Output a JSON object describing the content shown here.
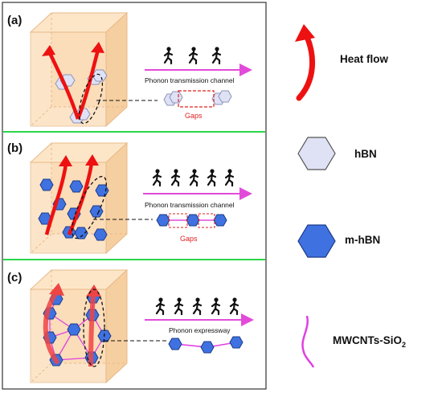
{
  "panels": [
    {
      "letter": "(a)",
      "channel_label": "Phonon transmission channel",
      "gap_label": "Gaps"
    },
    {
      "letter": "(b)",
      "channel_label": "Phonon transmission channel",
      "gap_label": "Gaps"
    },
    {
      "letter": "(c)",
      "channel_label": "Phonon expressway",
      "gap_label": ""
    }
  ],
  "legend": {
    "heat_flow": "Heat  flow",
    "hbn": "hBN",
    "mhbn": "m-hBN",
    "mwcnt_main": "MWCNTs-SiO",
    "mwcnt_sub": "2"
  },
  "colors": {
    "heat_arrow": "#ee1111",
    "cube_fill": "#fbdcb6",
    "cube_edge": "#e8b988",
    "hbn_fill": "#dfe2f5",
    "mhbn_fill": "#3f72e0",
    "mwcnt_line": "#e040e0",
    "channel_arrow": "#e24bd9",
    "panel_divider": "#2bd64a",
    "gap_color": "#e02020"
  },
  "runner_counts": {
    "a": 3,
    "b": 5,
    "c": 5
  },
  "icons": [
    "heat-flow-arrow-icon",
    "hbn-hexagon-icon",
    "m-hbn-hexagon-icon",
    "mwcnt-line-icon",
    "runner-icon"
  ]
}
